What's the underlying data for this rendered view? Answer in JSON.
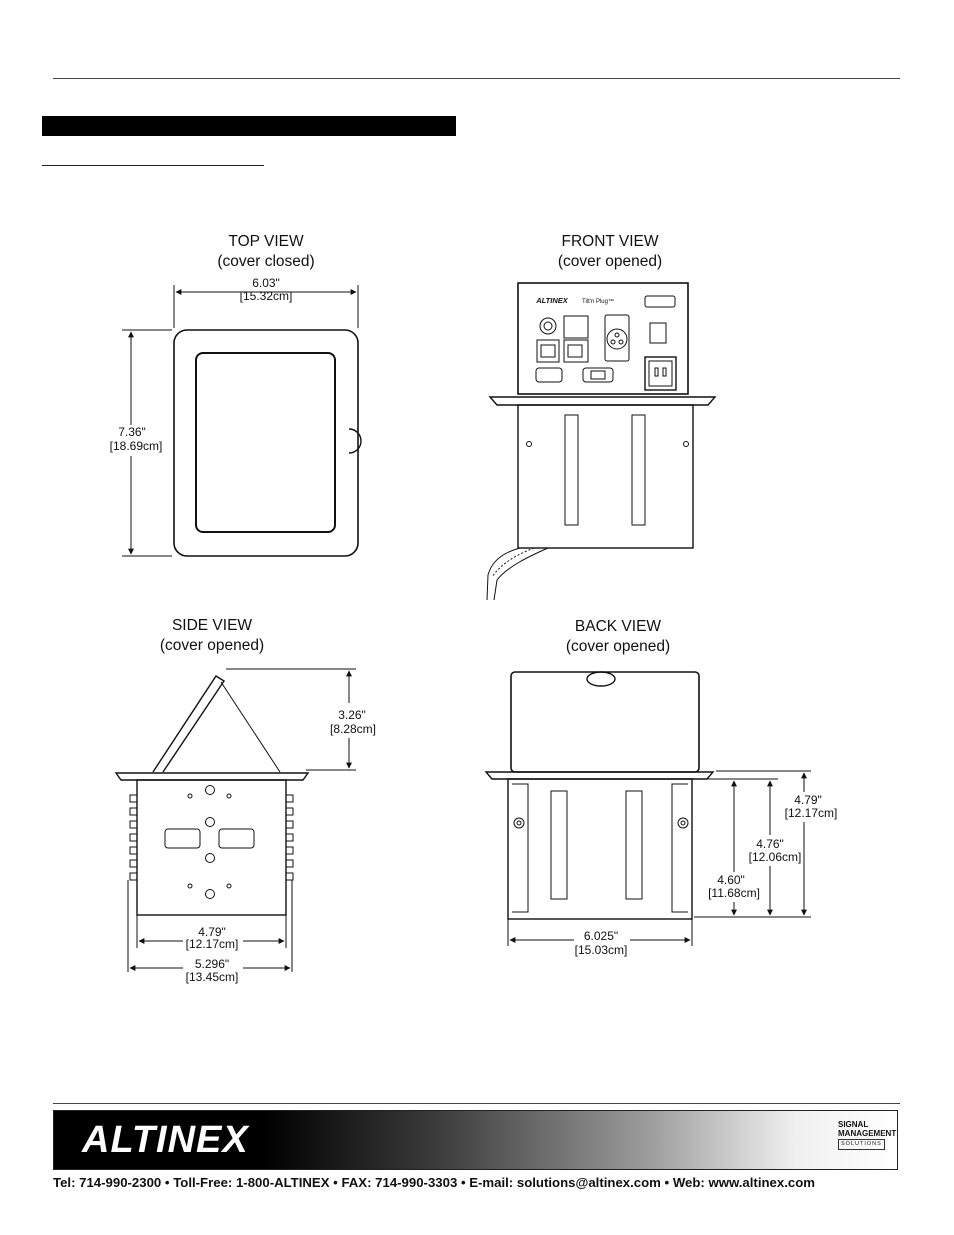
{
  "views": {
    "top": {
      "title": "TOP VIEW",
      "subtitle": "(cover closed)"
    },
    "front": {
      "title": "FRONT VIEW",
      "subtitle": "(cover opened)"
    },
    "side": {
      "title": "SIDE VIEW",
      "subtitle": "(cover opened)"
    },
    "back": {
      "title": "BACK VIEW",
      "subtitle": "(cover opened)"
    }
  },
  "dimensions": {
    "top_width": {
      "in": "6.03\"",
      "cm": "[15.32cm]"
    },
    "top_height": {
      "in": "7.36\"",
      "cm": "[18.69cm]"
    },
    "side_height": {
      "in": "3.26\"",
      "cm": "[8.28cm]"
    },
    "side_inner_width": {
      "in": "4.79\"",
      "cm": "[12.17cm]"
    },
    "side_outer_width": {
      "in": "5.296\"",
      "cm": "[13.45cm]"
    },
    "back_depth_a": {
      "in": "4.79\"",
      "cm": "[12.17cm]"
    },
    "back_depth_b": {
      "in": "4.76\"",
      "cm": "[12.06cm]"
    },
    "back_depth_c": {
      "in": "4.60\"",
      "cm": "[11.68cm]"
    },
    "back_width": {
      "in": "6.025\"",
      "cm": "[15.03cm]"
    }
  },
  "front_panel": {
    "brand": "ALTINEX",
    "model": "Tilt'n Plug™"
  },
  "footer": {
    "brand": "ALTINEX",
    "badge_line1": "SIGNAL",
    "badge_line2": "MANAGEMENT",
    "badge_line3": "SOLUTIONS",
    "contact": "Tel: 714-990-2300 • Toll-Free: 1-800-ALTINEX • FAX: 714-990-3303 • E-mail: solutions@altinex.com • Web: www.altinex.com"
  }
}
